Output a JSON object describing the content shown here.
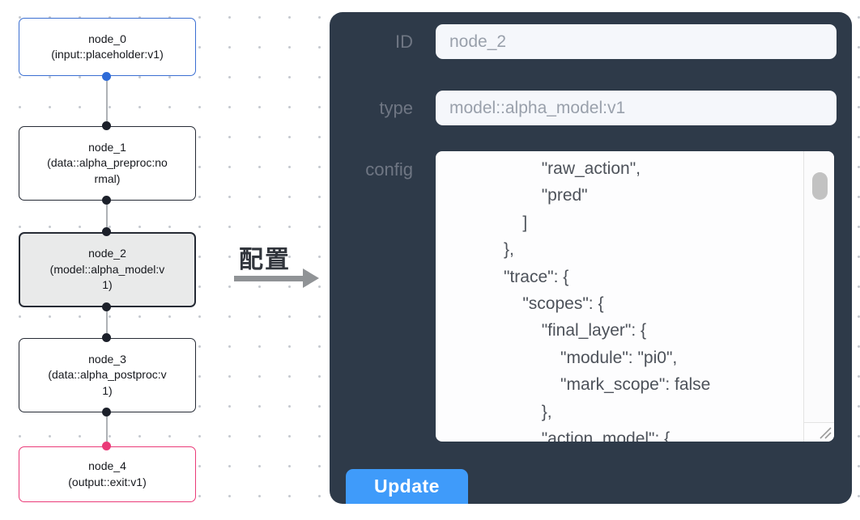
{
  "graph": {
    "nodes": [
      {
        "id": "node_0",
        "type_label": "(input::placeholder:v1)",
        "border_color": "#3b6fd2",
        "state": "default"
      },
      {
        "id": "node_1",
        "type_label": "(data::alpha_preproc:normal)",
        "border_color": "#262b35",
        "state": "default"
      },
      {
        "id": "node_2",
        "type_label": "(model::alpha_model:v1)",
        "border_color": "#262b35",
        "state": "selected"
      },
      {
        "id": "node_3",
        "type_label": "(data::alpha_postproc:v1)",
        "border_color": "#262b35",
        "state": "default"
      },
      {
        "id": "node_4",
        "type_label": "(output::exit:v1)",
        "border_color": "#ea3a78",
        "state": "default"
      }
    ]
  },
  "transition": {
    "label": "配置"
  },
  "config_panel": {
    "id_field": {
      "label": "ID",
      "value": "node_2"
    },
    "type_field": {
      "label": "type",
      "value": "model::alpha_model:v1"
    },
    "config_field": {
      "label": "config",
      "value": "                    \"raw_action\",\n                    \"pred\"\n                ]\n            },\n            \"trace\": {\n                \"scopes\": {\n                    \"final_layer\": {\n                        \"module\": \"pi0\",\n                        \"mark_scope\": false\n                    },\n                    \"action_model\": {"
    },
    "update_button_label": "Update"
  },
  "colors": {
    "panel_bg": "#2e3a49",
    "update_button_bg": "#3f9bfa",
    "input_bg": "#f5f7fb",
    "selected_node_bg": "#e9eaea",
    "input_node_accent": "#3b6fd2",
    "output_node_accent": "#ea3a78",
    "default_node_border": "#262b35",
    "scrollbar_thumb": "#c2c2c2",
    "canvas_dot": "#c6cad0"
  }
}
